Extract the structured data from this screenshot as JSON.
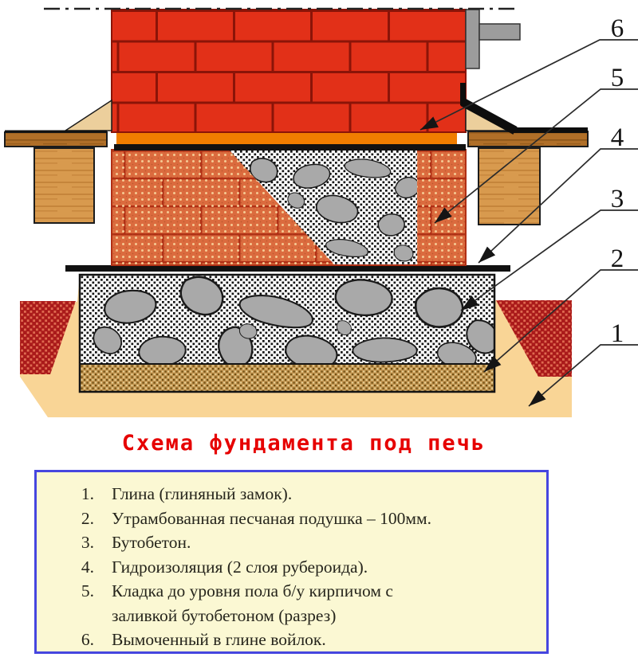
{
  "title": "Схема фундамента под печь",
  "callouts": [
    {
      "num": "6"
    },
    {
      "num": "5"
    },
    {
      "num": "4"
    },
    {
      "num": "3"
    },
    {
      "num": "2"
    },
    {
      "num": "1"
    }
  ],
  "legend": {
    "items": [
      {
        "num": "1.",
        "text": "Глина (глиняный замок)."
      },
      {
        "num": "2.",
        "text": "Утрамбованная песчаная подушка – 100мм."
      },
      {
        "num": "3.",
        "text": "Бутобетон."
      },
      {
        "num": "4.",
        "text": "Гидроизоляция (2 слоя рубероида)."
      },
      {
        "num": "5.",
        "text": "Кладка до уровня пола б/у кирпичом с заливкой бутобетоном (разрез)"
      },
      {
        "num": "6.",
        "text": "Вымоченный в глине войлок."
      }
    ]
  },
  "colors": {
    "stove_brick": "#e23018",
    "stove_mortar": "#8b1408",
    "foundation_brick": "#db6b3e",
    "foundation_mortar": "#b03015",
    "felt_orange": "#f07d00",
    "clay_ground": "#f9d596",
    "clay_lock_red": "#aa1a1a",
    "sand": "#c49753",
    "stone_gray": "#a9a9a9",
    "wood_board": "#b06f28",
    "wood_post": "#d89a4e",
    "wood_wedge": "#eccf9c",
    "metal_gray": "#9c9c9c",
    "title_red": "#e60000",
    "legend_bg": "#fbf8d3",
    "legend_border": "#4646df"
  }
}
